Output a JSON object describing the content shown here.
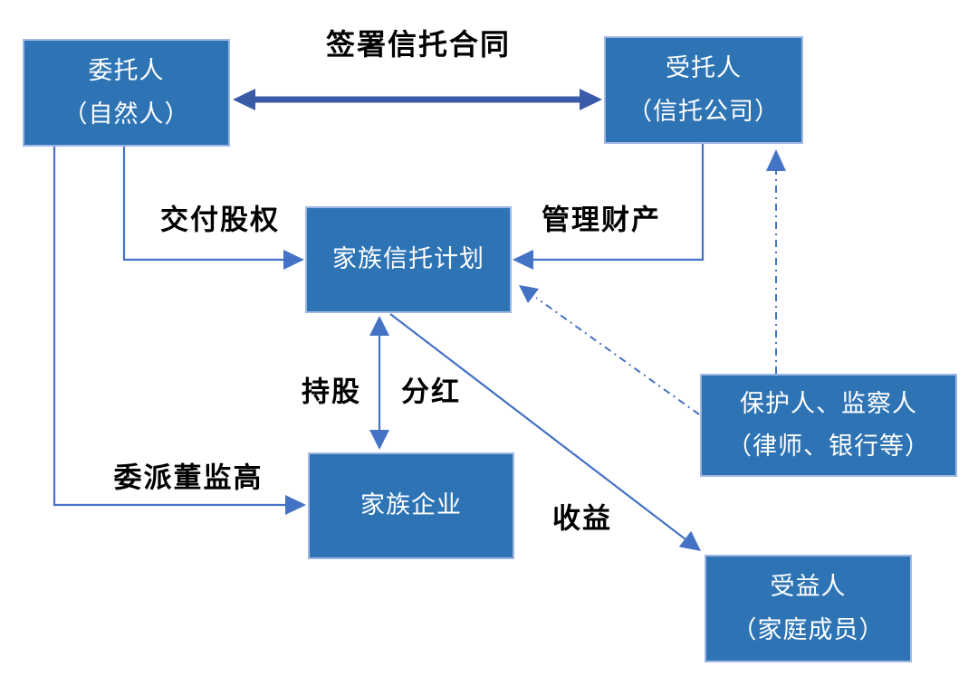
{
  "colors": {
    "box_fill": "#2E74B5",
    "box_border": "#9FB7E4",
    "box_text": "#FFFFFF",
    "line": "#4472C4",
    "thick": "#3A5CA8",
    "label": "#000000",
    "bg": "#FFFFFF"
  },
  "diagram": {
    "type": "flow-diagram",
    "topic": "family-trust-structure",
    "nodes": {
      "settlor": {
        "line1": "委托人",
        "line2": "（自然人）"
      },
      "trustee": {
        "line1": "受托人",
        "line2": "（信托公司）"
      },
      "trust_plan": {
        "line1": "家族信托计划"
      },
      "family_business": {
        "line1": "家族企业"
      },
      "protector": {
        "line1": "保护人、监察人",
        "line2": "（律师、银行等）"
      },
      "beneficiary": {
        "line1": "受益人",
        "line2": "（家庭成员）"
      }
    },
    "edge_labels": {
      "sign_contract": "签署信托合同",
      "deliver_equity": "交付股权",
      "manage_property": "管理财产",
      "hold_shares": "持股",
      "dividends": "分红",
      "appoint_executives": "委派董监高",
      "income": "收益"
    }
  }
}
